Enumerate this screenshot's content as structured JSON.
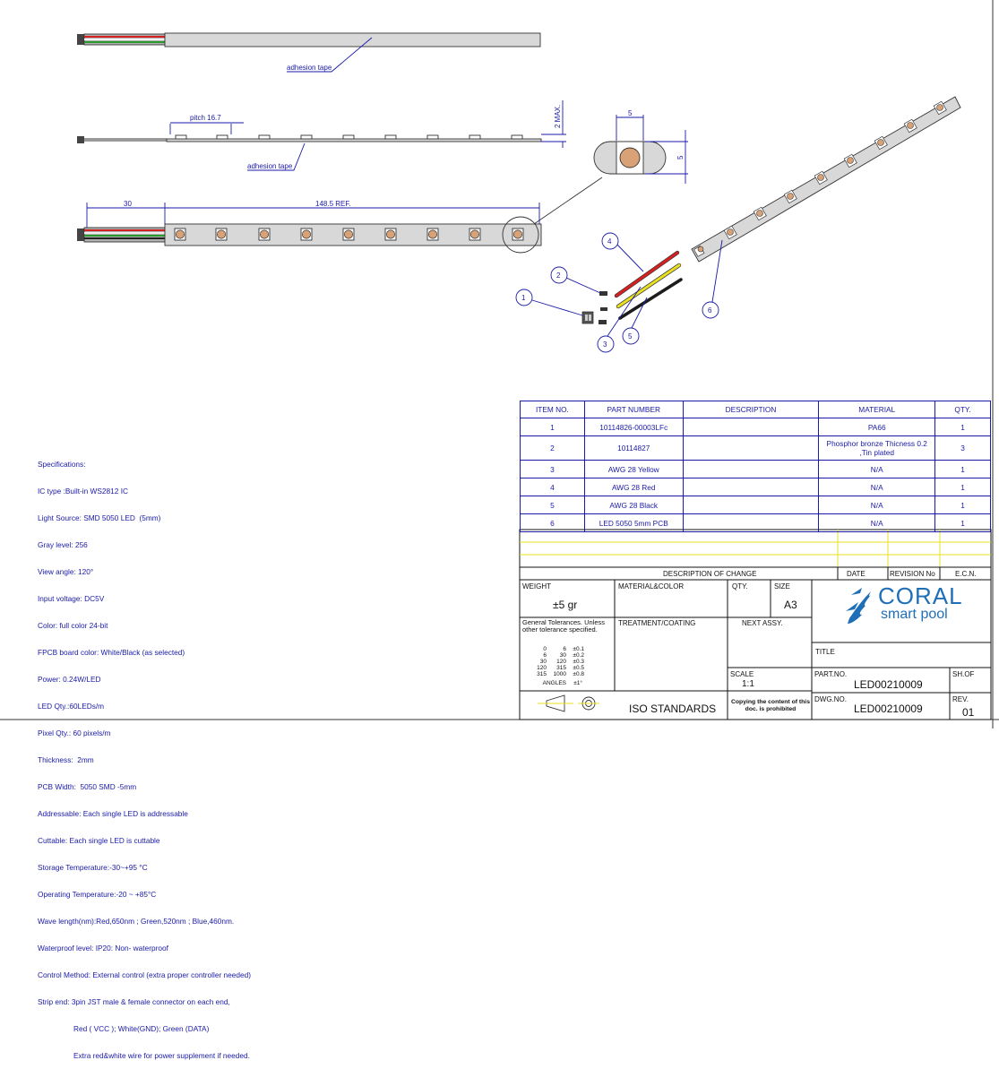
{
  "callouts": {
    "adhesion_top": "adhesion tape",
    "adhesion_mid": "adhesion tape",
    "pitch": "pitch 16.7",
    "max_height": "2 MAX.",
    "dim_30": "30",
    "dim_ref": "148.5 REF.",
    "detail_w": "5",
    "detail_h": "5"
  },
  "balloons": [
    "1",
    "2",
    "3",
    "4",
    "5",
    "6"
  ],
  "specifications": [
    "Specifications:",
    "IC type :Built-in WS2812 IC",
    "Light Source: SMD 5050 LED  (5mm)",
    "Gray level: 256",
    "View angle: 120°",
    "Input voltage: DC5V",
    "Color: full color 24-bit",
    "FPCB board color: White/Black (as selected)",
    "Power: 0.24W/LED",
    "LED Qty.:60LEDs/m",
    "Pixel Qty.: 60 pixels/m",
    "Thickness:  2mm",
    "PCB Width:  5050 SMD -5mm",
    "Addressable: Each single LED is addressable",
    "Cuttable: Each single LED is cuttable",
    "Storage Temperature:-30~+95 °C",
    "Operating Temperature:-20 ~ +85°C",
    "Wave length(nm):Red,650nm ; Green,520nm ; Blue,460nm.",
    "Waterproof level: IP20: Non- waterproof",
    "Control Method: External control (extra proper controller needed)",
    "Strip end: 3pin JST male & female connector on each end,",
    "Red ( VCC ); White(GND); Green (DATA)",
    "Extra red&white wire for power supplement if needed."
  ],
  "bom": {
    "headers": [
      "ITEM NO.",
      "PART NUMBER",
      "DESCRIPTION",
      "MATERIAL",
      "QTY."
    ],
    "rows": [
      [
        "1",
        "10114826-00003LFc",
        "",
        "PA66",
        "1"
      ],
      [
        "2",
        "10114827",
        "",
        "Phosphor bronze Thicness 0.2 ,Tin plated",
        "3"
      ],
      [
        "3",
        "AWG 28  Yellow",
        "",
        "N/A",
        "1"
      ],
      [
        "4",
        "AWG 28  Red",
        "",
        "N/A",
        "1"
      ],
      [
        "5",
        "AWG 28 Black",
        "",
        "N/A",
        "1"
      ],
      [
        "6",
        "LED 5050 5mm PCB",
        "",
        "N/A",
        "1"
      ]
    ]
  },
  "title_block": {
    "description_of_change": "DESCRIPTION OF CHANGE",
    "date": "DATE",
    "revision_no": "REVISION No",
    "ecn": "E.C.N.",
    "weight_label": "WEIGHT",
    "weight_value": "±5 gr",
    "material_color": "MATERIAL&COLOR",
    "qty_label": "QTY.",
    "size_label": "SIZE",
    "size_value": "A3",
    "general_tolerances": "General Tolerances. Unless other tolerance specified.",
    "treatment": "TREATMENT/COATING",
    "next_assy": "NEXT ASSY.",
    "tolerance_rows": [
      [
        "0",
        "6",
        "±0.1"
      ],
      [
        "6",
        "30",
        "±0.2"
      ],
      [
        "30",
        "120",
        "±0.3"
      ],
      [
        "120",
        "315",
        "±0.5"
      ],
      [
        "315",
        "1000",
        "±0.8"
      ]
    ],
    "angles_label": "ANGLES",
    "angles_value": "±1°",
    "title_label": "TITLE",
    "scale_label": "SCALE",
    "scale_value": "1:1",
    "part_no_label": "PART.NO.",
    "part_no_value": "LED00210009",
    "sheet_label": "SH.OF",
    "iso": "ISO STANDARDS",
    "copy_notice": "Copying the content of this doc. is prohibited",
    "dwg_no_label": "DWG.NO.",
    "dwg_no_value": "LED00210009",
    "rev_label": "REV.",
    "rev_value": "01"
  },
  "logo": {
    "brand": "CORAL",
    "tagline": "smart pool",
    "color": "#1f6fb8"
  },
  "colors": {
    "annotation": "#1a1aa8",
    "led": "#d9a176",
    "strip": "#d8d8d8",
    "wire_red": "#d42020",
    "wire_yellow": "#e8e020",
    "wire_black": "#1c1c1c"
  }
}
